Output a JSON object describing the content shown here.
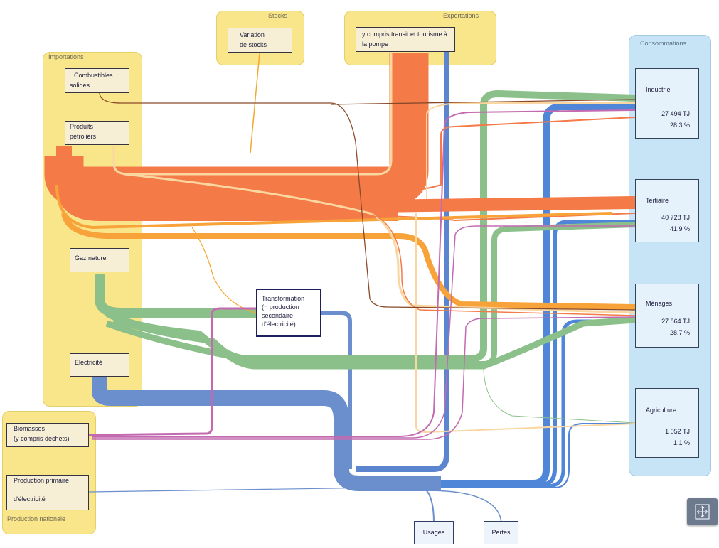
{
  "groups": {
    "importations": "Importations",
    "stocks": "Stocks",
    "exportations": "Exportations",
    "production_nationale": "Production nationale",
    "consommations": "Consommations"
  },
  "sources": {
    "combustibles_line1": "Combustibles",
    "combustibles_line2": "solides",
    "produits_line1": "Produits",
    "produits_line2": "pétroliers",
    "gaz": "Gaz naturel",
    "electricite": "Electricité",
    "variation_line1": "Variation",
    "variation_line2": "de stocks",
    "exports": "y compris transit et tourisme à la pompe",
    "biomasses_line1": "Biomasses",
    "biomasses_line2": "(y compris déchets)",
    "production_line1": "Production primaire",
    "production_line2": "d'électricité"
  },
  "transformation": {
    "line1": "Transformation",
    "line2": "(= production",
    "line3": "secondaire",
    "line4": "d'électricité)"
  },
  "consumers": [
    {
      "label": "Industrie",
      "value": "27 494 TJ",
      "pct": "28.3 %"
    },
    {
      "label": "Tertiaire",
      "value": "40 728 TJ",
      "pct": "41.9 %"
    },
    {
      "label": "Ménages",
      "value": "27 864 TJ",
      "pct": "28.7 %"
    },
    {
      "label": "Agriculture",
      "value": "1 052 TJ",
      "pct": "1.1 %"
    }
  ],
  "outputs": {
    "usages": "Usages",
    "pertes": "Pertes"
  },
  "colors": {
    "petroleum": "#f47a48",
    "petroleum_light": "#f8a23a",
    "gas": "#8cc08a",
    "electricity": "#6a8fcc",
    "electricity_bright": "#4f86d8",
    "biomass": "#c46ab0",
    "solid_fuel": "#8a4a2a",
    "stock": "#f4a830",
    "pale": "#fad6a0",
    "group_yellow": "#f9e58a",
    "group_blue": "#c6e4f6"
  },
  "icons": {
    "zoom": "expand-arrows-icon"
  }
}
